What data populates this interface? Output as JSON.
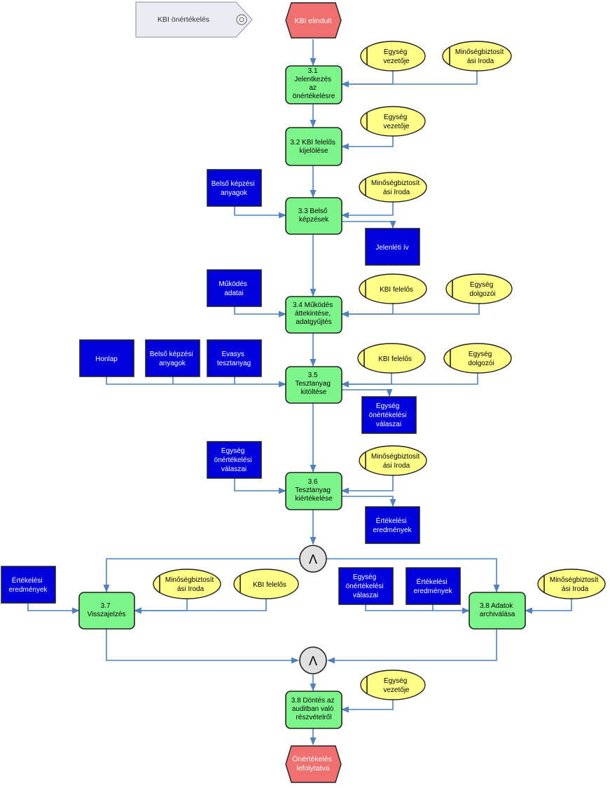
{
  "header": {
    "title": "KBI önértékelés"
  },
  "events": {
    "start": [
      "KBI elindult"
    ],
    "end": [
      "Önértékelés",
      "lefolytatva"
    ]
  },
  "steps": {
    "s31": [
      "3.1",
      "Jelentkezés",
      "az",
      "önértékelésre"
    ],
    "s32": [
      "3.2 KBI felelős",
      "kijelölése"
    ],
    "s33": [
      "3.3 Belső",
      "képzések"
    ],
    "s34": [
      "3.4 Működés",
      "áttekintése,",
      "adatgyűjtés"
    ],
    "s35": [
      "3.5",
      "Tesztanyag",
      "kitöltése"
    ],
    "s36": [
      "3.6",
      "Tesztanyag",
      "kiértékelése"
    ],
    "s37": [
      "3.7",
      "Visszajelzés"
    ],
    "s38a": [
      "3.8 Adatok",
      "archiválása"
    ],
    "s38b": [
      "3.8 Döntés az",
      "auditban való",
      "részvételről"
    ]
  },
  "roles": {
    "r1": [
      "Egység",
      "vezetője"
    ],
    "r2": [
      "Minőségbiztosít",
      "ási Iroda"
    ],
    "r3": [
      "Egység",
      "vezetője"
    ],
    "r4": [
      "Minőségbiztosít",
      "ási Iroda"
    ],
    "r5": [
      "KBI felelős"
    ],
    "r6": [
      "Egység",
      "dolgozói"
    ],
    "r7": [
      "KBI felelős"
    ],
    "r8": [
      "Egység",
      "dolgozói"
    ],
    "r9": [
      "Minőségbiztosít",
      "ási Iroda"
    ],
    "r10": [
      "Minőségbiztosít",
      "ási Iroda"
    ],
    "r11": [
      "KBI felelős"
    ],
    "r12": [
      "Minőségbiztosít",
      "ási Iroda"
    ],
    "r13": [
      "Egység",
      "vezetője"
    ]
  },
  "documents": {
    "d1": [
      "Belső képzési",
      "anyagok"
    ],
    "d2": [
      "Jelenléti ív"
    ],
    "d3": [
      "Működés",
      "adatai"
    ],
    "d4": [
      "Honlap"
    ],
    "d5": [
      "Belső képzési",
      "anyagok"
    ],
    "d6": [
      "Evasys",
      "tesztanyag"
    ],
    "d7": [
      "Egység",
      "önértékelési",
      "válaszai"
    ],
    "d8": [
      "Egység",
      "önértékelési",
      "válaszai"
    ],
    "d9": [
      "Értékelési",
      "eredmények"
    ],
    "d10": [
      "Értékelési",
      "eredmények"
    ],
    "d11": [
      "Egység",
      "önértékelési",
      "válaszai"
    ],
    "d12": [
      "Értékelési",
      "eredmények"
    ]
  },
  "operators": {
    "and_symbol": "Λ"
  },
  "colors": {
    "step_fill": "#7cf58a",
    "role_fill": "#ffff88",
    "document_fill": "#0000dd",
    "event_fill": "#f07070",
    "connector": "#4f81bd",
    "operator_fill": "#e0e0e0"
  }
}
